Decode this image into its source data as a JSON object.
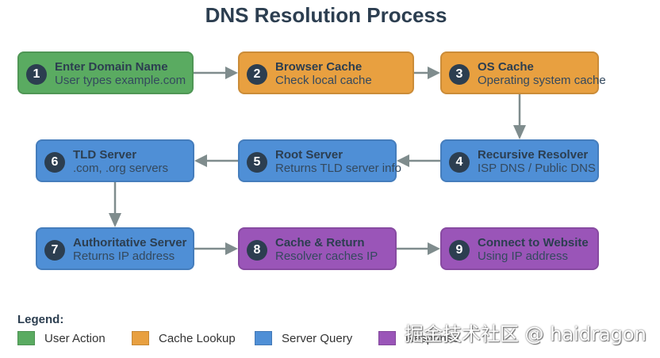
{
  "title": "DNS Resolution Process",
  "colors": {
    "user_action": "#5aab61",
    "cache_lookup": "#e8a040",
    "server_query": "#4f8fd6",
    "response": "#9a55b8",
    "badge": "#2c3e50",
    "arrow": "#7f8c8d"
  },
  "nodes": [
    {
      "step": "1",
      "name": "Enter Domain Name",
      "desc": "User types example.com",
      "category": "user_action"
    },
    {
      "step": "2",
      "name": "Browser Cache",
      "desc": "Check local cache",
      "category": "cache_lookup"
    },
    {
      "step": "3",
      "name": "OS Cache",
      "desc": "Operating system cache",
      "category": "cache_lookup"
    },
    {
      "step": "4",
      "name": "Recursive Resolver",
      "desc": "ISP DNS / Public DNS",
      "category": "server_query"
    },
    {
      "step": "5",
      "name": "Root Server",
      "desc": "Returns TLD server info",
      "category": "server_query"
    },
    {
      "step": "6",
      "name": "TLD Server",
      "desc": ".com, .org servers",
      "category": "server_query"
    },
    {
      "step": "7",
      "name": "Authoritative Server",
      "desc": "Returns IP address",
      "category": "server_query"
    },
    {
      "step": "8",
      "name": "Cache & Return",
      "desc": "Resolver caches IP",
      "category": "response"
    },
    {
      "step": "9",
      "name": "Connect to Website",
      "desc": "Using IP address",
      "category": "response"
    }
  ],
  "edges": [
    {
      "from": "1",
      "to": "2"
    },
    {
      "from": "2",
      "to": "3"
    },
    {
      "from": "3",
      "to": "4"
    },
    {
      "from": "4",
      "to": "5"
    },
    {
      "from": "5",
      "to": "6"
    },
    {
      "from": "6",
      "to": "7"
    },
    {
      "from": "7",
      "to": "8"
    },
    {
      "from": "8",
      "to": "9"
    }
  ],
  "legend": {
    "title": "Legend:",
    "items": [
      {
        "label": "User Action",
        "category": "user_action"
      },
      {
        "label": "Cache Lookup",
        "category": "cache_lookup"
      },
      {
        "label": "Server Query",
        "category": "server_query"
      },
      {
        "label": "Response",
        "category": "response"
      }
    ]
  },
  "watermark": "掘金技术社区 @ haidragon"
}
